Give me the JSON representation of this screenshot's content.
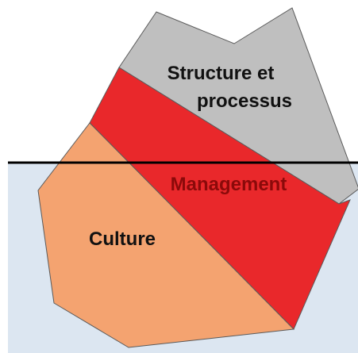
{
  "diagram": {
    "labels": {
      "structure_line1": "Structure et",
      "structure_line2": "processus",
      "management": "Management",
      "culture": "Culture"
    },
    "colors": {
      "water": "#DCE6F1",
      "waterline": "#000000",
      "structure": "#BFBFBF",
      "management": "#E9282B",
      "culture": "#F4A370",
      "outline": "#5A5A5A",
      "text_dark": "#111111",
      "text_management": "#8B0A0A"
    }
  }
}
